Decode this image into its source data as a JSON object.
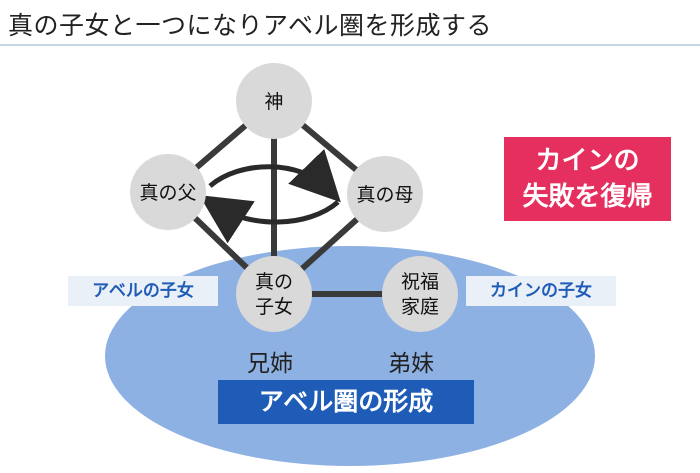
{
  "title": "真の子女と一つになりアベル圏を形成する",
  "nodes": {
    "god": "神",
    "father": "真の父",
    "mother": "真の母",
    "true_child_line1": "真の",
    "true_child_line2": "子女",
    "blessed_line1": "祝福",
    "blessed_line2": "家庭"
  },
  "badge": {
    "line1": "カインの",
    "line2": "失敗を復帰"
  },
  "tags": {
    "abel_child": "アベルの子女",
    "cain_child": "カインの子女"
  },
  "sibling_labels": {
    "elder": "兄姉",
    "younger": "弟妹"
  },
  "banner": "アベル圏の形成",
  "colors": {
    "ellipse": "#8eb1e3",
    "node": "#d9d9d9",
    "edge": "#3a3a3a",
    "badge": "#e5305f",
    "banner": "#1f5cb8",
    "tag_text": "#1f5cb8"
  }
}
